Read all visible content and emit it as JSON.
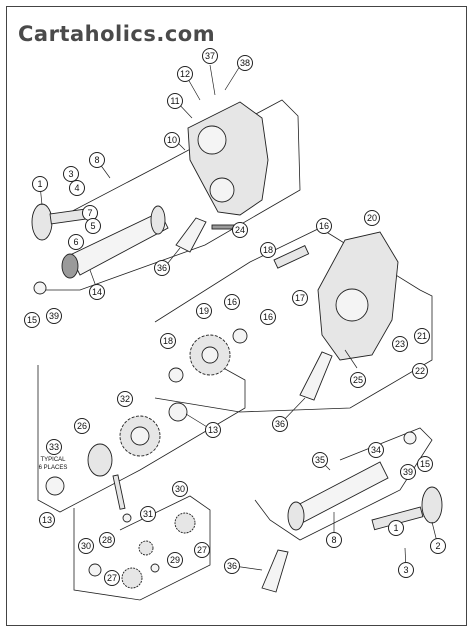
{
  "brand": "Cartaholics.com",
  "note": {
    "line1": "TYPICAL",
    "line2": "6 PLACES"
  },
  "callouts": [
    {
      "id": "c37",
      "label": "37"
    },
    {
      "id": "c38",
      "label": "38"
    },
    {
      "id": "c12",
      "label": "12"
    },
    {
      "id": "c11",
      "label": "11"
    },
    {
      "id": "c10",
      "label": "10"
    },
    {
      "id": "c8a",
      "label": "8"
    },
    {
      "id": "c3a",
      "label": "3"
    },
    {
      "id": "c1",
      "label": "1"
    },
    {
      "id": "c4",
      "label": "4"
    },
    {
      "id": "c7",
      "label": "7"
    },
    {
      "id": "c5",
      "label": "5"
    },
    {
      "id": "c6",
      "label": "6"
    },
    {
      "id": "c24",
      "label": "24"
    },
    {
      "id": "c36a",
      "label": "36"
    },
    {
      "id": "c14",
      "label": "14"
    },
    {
      "id": "c15a",
      "label": "15"
    },
    {
      "id": "c39a",
      "label": "39"
    },
    {
      "id": "c20",
      "label": "20"
    },
    {
      "id": "c16a",
      "label": "16"
    },
    {
      "id": "c18a",
      "label": "18"
    },
    {
      "id": "c17",
      "label": "17"
    },
    {
      "id": "c16b",
      "label": "16"
    },
    {
      "id": "c16c",
      "label": "16"
    },
    {
      "id": "c19",
      "label": "19"
    },
    {
      "id": "c18b",
      "label": "18"
    },
    {
      "id": "c21",
      "label": "21"
    },
    {
      "id": "c23",
      "label": "23"
    },
    {
      "id": "c22",
      "label": "22"
    },
    {
      "id": "c25",
      "label": "25"
    },
    {
      "id": "c36b",
      "label": "36"
    },
    {
      "id": "c32",
      "label": "32"
    },
    {
      "id": "c26",
      "label": "26"
    },
    {
      "id": "c13a",
      "label": "13"
    },
    {
      "id": "c33",
      "label": "33"
    },
    {
      "id": "c13b",
      "label": "13"
    },
    {
      "id": "c34",
      "label": "34"
    },
    {
      "id": "c35",
      "label": "35"
    },
    {
      "id": "c39b",
      "label": "39"
    },
    {
      "id": "c15b",
      "label": "15"
    },
    {
      "id": "c30a",
      "label": "30"
    },
    {
      "id": "c31",
      "label": "31"
    },
    {
      "id": "c28",
      "label": "28"
    },
    {
      "id": "c29",
      "label": "29"
    },
    {
      "id": "c27a",
      "label": "27"
    },
    {
      "id": "c30b",
      "label": "30"
    },
    {
      "id": "c27b",
      "label": "27"
    },
    {
      "id": "c36c",
      "label": "36"
    },
    {
      "id": "c8b",
      "label": "8"
    },
    {
      "id": "c1b",
      "label": "1"
    },
    {
      "id": "c2",
      "label": "2"
    },
    {
      "id": "c3b",
      "label": "3"
    }
  ]
}
